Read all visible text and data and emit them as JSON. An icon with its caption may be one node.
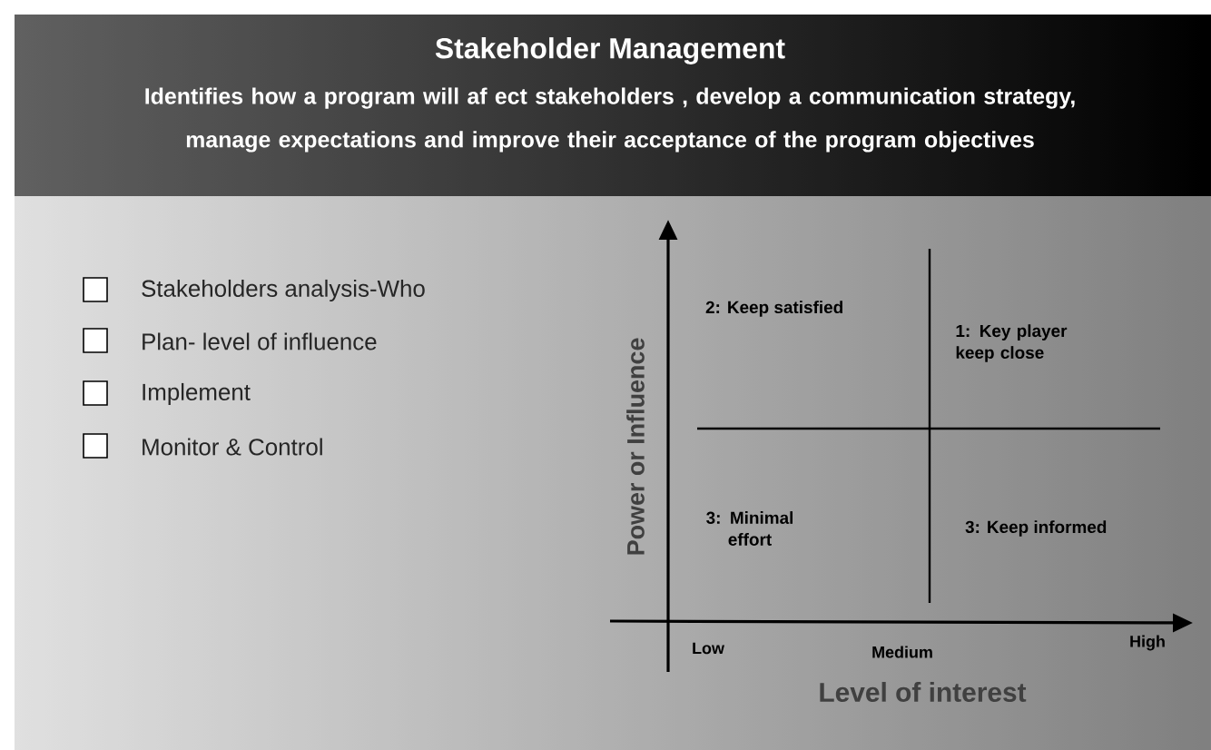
{
  "diagram": {
    "title": "Stakeholder Management",
    "labels": [
      "Identifies how a program will af ect stakeholders , develop a communication strategy, manage expectations and improve their acceptance of the program objectives",
      "Stakeholders analysis-Who",
      "Plan- level of influence",
      "Implement",
      "Monitor & Control",
      "Power or Influence",
      "2: Keep satisfied",
      "1: Key player keep close",
      "3: Minimal effort",
      "3: Keep informed",
      "Low",
      "Medium",
      "High",
      "Level of interest"
    ]
  }
}
